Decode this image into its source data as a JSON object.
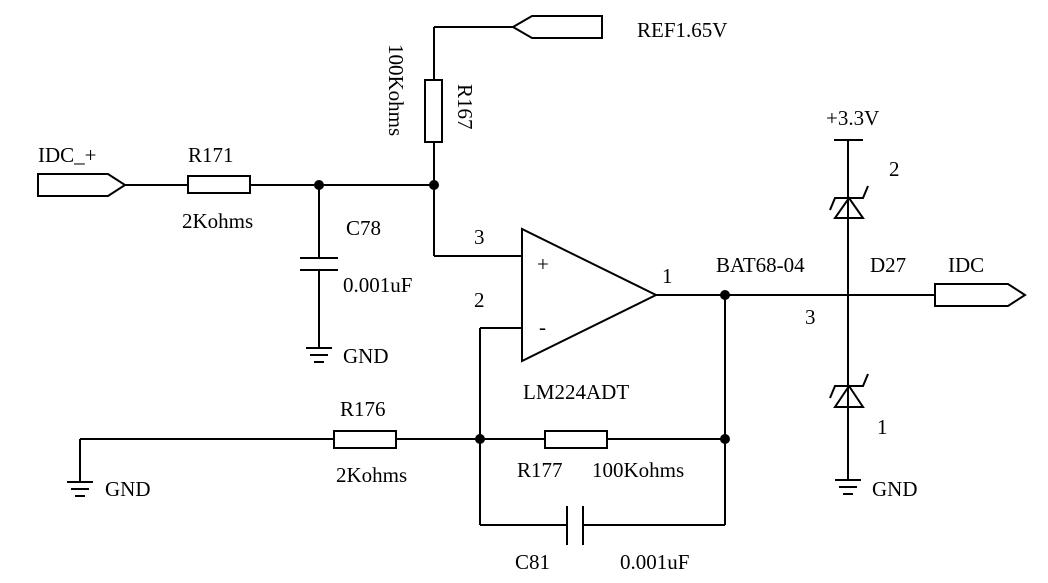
{
  "ports": {
    "idc_plus": "IDC_+",
    "ref": "REF1.65V",
    "idc_out": "IDC",
    "vcc": "+3.3V"
  },
  "resistors": {
    "r171": {
      "ref": "R171",
      "value": "2Kohms"
    },
    "r167": {
      "ref": "R167",
      "value": "100Kohms"
    },
    "r176": {
      "ref": "R176",
      "value": "2Kohms"
    },
    "r177": {
      "ref": "R177",
      "value": "100Kohms"
    }
  },
  "capacitors": {
    "c78": {
      "ref": "C78",
      "value": "0.001uF"
    },
    "c81": {
      "ref": "C81",
      "value": "0.001uF"
    }
  },
  "opamp": {
    "part": "LM224ADT",
    "plus_sign": "+",
    "minus_sign": "-",
    "pin_noninv": "3",
    "pin_inv": "2",
    "pin_out": "1"
  },
  "diode": {
    "part": "BAT68-04",
    "ref": "D27",
    "pin_top": "2",
    "pin_mid": "3",
    "pin_bottom": "1"
  },
  "grounds": {
    "gnd_c78": "GND",
    "gnd_left": "GND",
    "gnd_diode": "GND"
  }
}
